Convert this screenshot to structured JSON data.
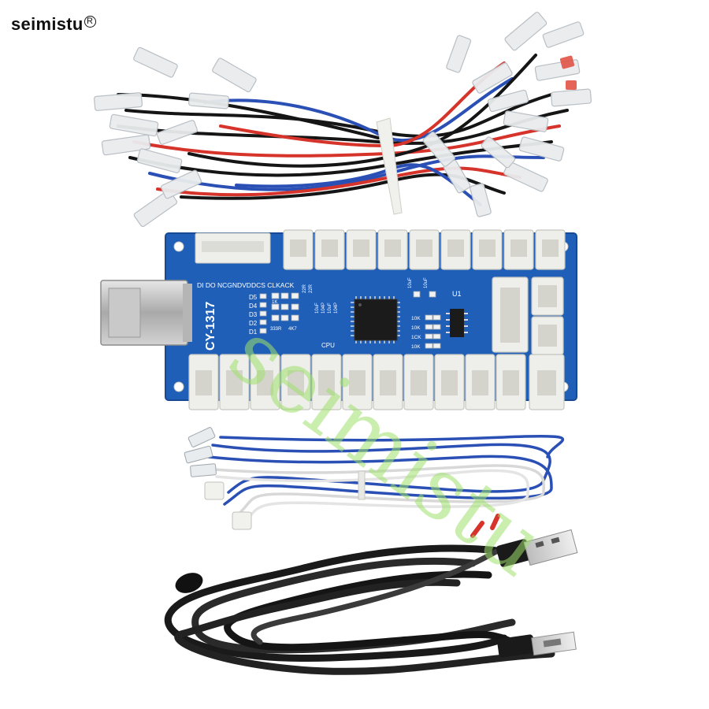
{
  "brand": {
    "name": "seimistu",
    "registered_mark": "R"
  },
  "watermark": "seimistu",
  "board": {
    "model": "CY-1317",
    "top_pin_label": "DI DO NCGNDVDDCS CLKACK",
    "led_labels": [
      "D5",
      "D4",
      "D3",
      "D2",
      "D1"
    ],
    "component_labels": [
      "1K",
      "22R",
      "22R",
      "10uF",
      "104P",
      "10uF",
      "104P",
      "333R",
      "4K7"
    ],
    "right_labels": [
      "10uF",
      "10uF",
      "U1"
    ],
    "resistor_labels": [
      "10K",
      "10K",
      "1CK",
      "10K"
    ],
    "cpu_label": "CPU"
  },
  "colors": {
    "pcb": "#1f5fb8",
    "connector": "#eeeeea",
    "wire_red": "#d6332b",
    "wire_blue": "#2a4fb5",
    "wire_black": "#151515",
    "cable_black": "#1a1a1a",
    "watermark": "#9fe06a"
  }
}
